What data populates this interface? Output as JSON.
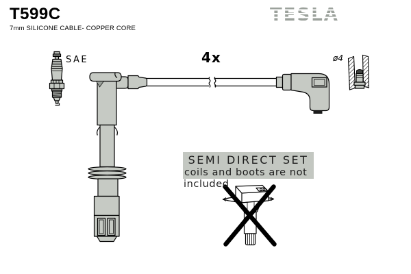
{
  "header": {
    "part_number": "T599C",
    "subtitle": "7mm SILICONE CABLE- COPPER CORE",
    "brand": "TESLA"
  },
  "labels": {
    "spark_plug_standard": "SAE",
    "quantity": "4x",
    "boot_diameter": "ø4"
  },
  "notice": {
    "title": "SEMI DIRECT SET",
    "line1": "coils and boots are not",
    "line2": "included"
  },
  "colors": {
    "part_fill": "#c6cac4",
    "part_shadow": "#9aa09a",
    "notice_bg": "#c3c7c1",
    "logo_gray": "#9ba19b",
    "outline": "#000000",
    "text_color": "#1c1c1c"
  }
}
